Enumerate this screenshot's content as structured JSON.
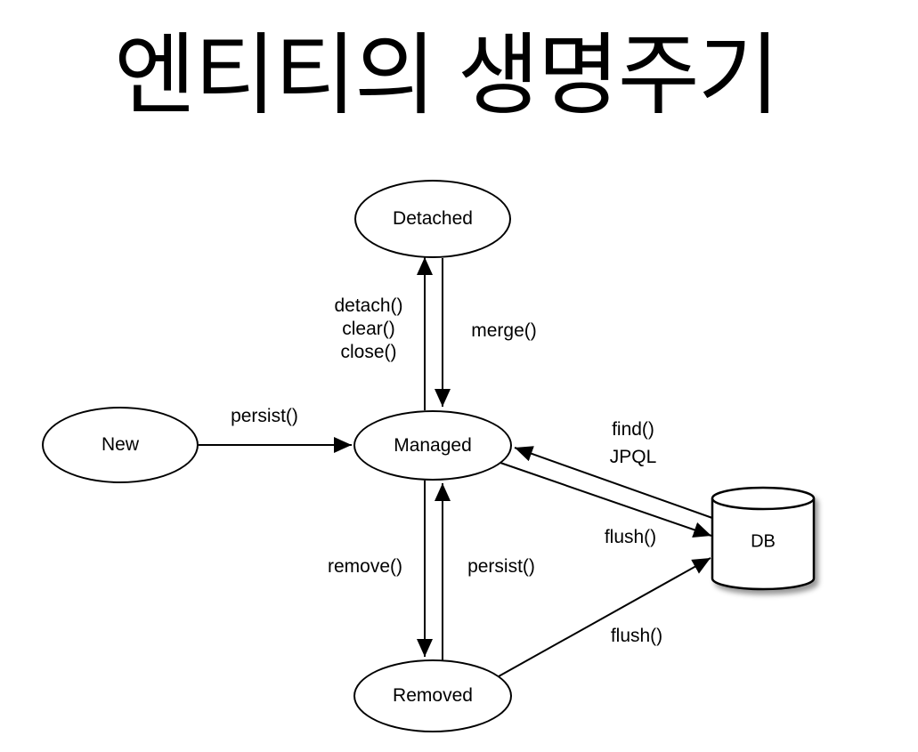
{
  "title": "엔티티의 생명주기",
  "nodes": {
    "detached": {
      "label": "Detached"
    },
    "new": {
      "label": "New"
    },
    "managed": {
      "label": "Managed"
    },
    "removed": {
      "label": "Removed"
    },
    "db": {
      "label": "DB"
    }
  },
  "edges": {
    "persist_new": {
      "label": "persist()",
      "from": "New",
      "to": "Managed"
    },
    "detach": {
      "lines": [
        "detach()",
        "clear()",
        "close()"
      ],
      "from": "Managed",
      "to": "Detached"
    },
    "merge": {
      "label": "merge()",
      "from": "Detached",
      "to": "Managed"
    },
    "remove": {
      "label": "remove()",
      "from": "Managed",
      "to": "Removed"
    },
    "persist_removed": {
      "label": "persist()",
      "from": "Removed",
      "to": "Managed"
    },
    "find": {
      "lines": [
        "find()",
        "JPQL"
      ],
      "from": "DB",
      "to": "Managed"
    },
    "flush_managed": {
      "label": "flush()",
      "from": "Managed",
      "to": "DB"
    },
    "flush_removed": {
      "label": "flush()",
      "from": "Removed",
      "to": "DB"
    }
  },
  "colors": {
    "line": "#000000",
    "text": "#000000",
    "background": "#ffffff"
  }
}
